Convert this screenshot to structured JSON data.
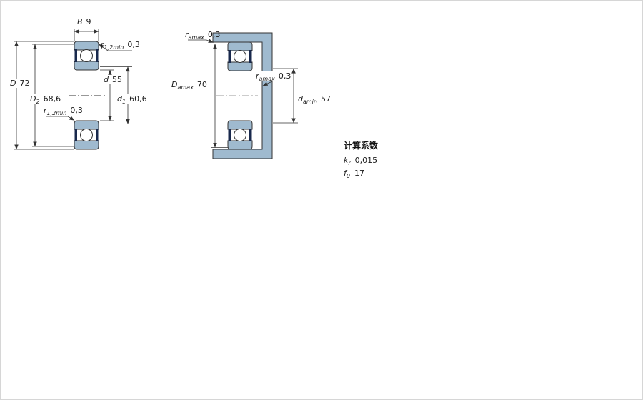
{
  "colors": {
    "ring_fill": "#9fbacf",
    "abutment_fill": "#9fbacf",
    "seal_fill": "#19294d",
    "line": "#333333",
    "background": "#ffffff"
  },
  "left_view": {
    "dim_B": {
      "symbol": "B",
      "value": "9"
    },
    "dim_r_top": {
      "symbol": "r",
      "sub": "1,2min",
      "value": "0,3"
    },
    "dim_D": {
      "symbol": "D",
      "value": "72"
    },
    "dim_D2": {
      "symbol": "D",
      "sub": "2",
      "value": "68,6"
    },
    "dim_r_bottom": {
      "symbol": "r",
      "sub": "1,2min",
      "value": "0,3"
    },
    "dim_d": {
      "symbol": "d",
      "value": "55"
    },
    "dim_d1": {
      "symbol": "d",
      "sub": "1",
      "value": "60,6"
    }
  },
  "right_view": {
    "dim_ra_top": {
      "symbol": "r",
      "sub": "amax",
      "value": "0,3"
    },
    "dim_Da": {
      "symbol": "D",
      "sub": "amax",
      "value": "70"
    },
    "dim_ra_mid": {
      "symbol": "r",
      "sub": "amax",
      "value": "0,3"
    },
    "dim_da": {
      "symbol": "d",
      "sub": "amin",
      "value": "57"
    }
  },
  "calculation_factors": {
    "title": "计算系数",
    "rows": [
      {
        "symbol": "k",
        "sub": "r",
        "value": "0,015"
      },
      {
        "symbol": "f",
        "sub": "0",
        "value": "17"
      }
    ]
  }
}
